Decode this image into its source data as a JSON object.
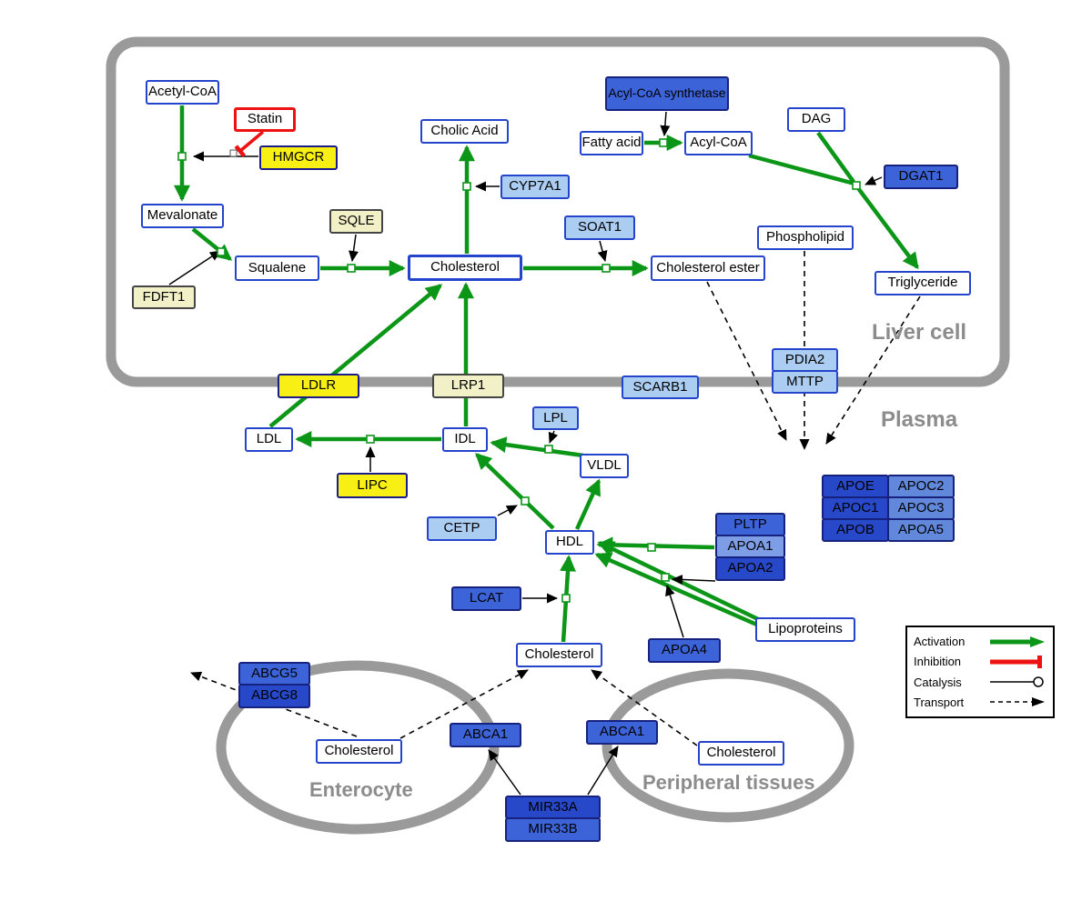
{
  "regions": {
    "liver": "Liver cell",
    "plasma": "Plasma",
    "enterocyte": "Enterocyte",
    "peripheral": "Peripheral tissues"
  },
  "legend": {
    "activation": "Activation",
    "inhibition": "Inhibition",
    "catalysis": "Catalysis",
    "transport": "Transport"
  },
  "colors": {
    "activation_green": "#0c9618",
    "inhibition_red": "#ee1111",
    "membrane_gray": "#9a9a9a",
    "metabolite_border_blue": "#2544cc",
    "gene_blue": "#3c64d8",
    "gene_blue_dark": "#2748c8",
    "gene_blue_medium": "#6288dc",
    "gene_blue_light": "#7d9de6",
    "gene_light_blue": "#abcdf2",
    "gene_yellow": "#f8ef14",
    "gene_pale_yellow": "#f2f0c6"
  },
  "nodes": {
    "acetyl_coa": "Acetyl-CoA",
    "statin": "Statin",
    "hmgcr": "HMGCR",
    "mevalonate": "Mevalonate",
    "fdft1": "FDFT1",
    "squalene": "Squalene",
    "sqle": "SQLE",
    "cholesterol_liver": "Cholesterol",
    "cholic_acid": "Cholic Acid",
    "cyp7a1": "CYP7A1",
    "soat1": "SOAT1",
    "cholesterol_ester": "Cholesterol ester",
    "acyl_coa_synthetase": "Acyl-CoA synthetase",
    "fatty_acid": "Fatty acid",
    "acyl_coa": "Acyl-CoA",
    "dag": "DAG",
    "dgat1": "DGAT1",
    "phospholipid": "Phospholipid",
    "triglyceride": "Triglyceride",
    "pdia2": "PDIA2",
    "mttp": "MTTP",
    "ldlr": "LDLR",
    "lrp1": "LRP1",
    "scarb1": "SCARB1",
    "ldl": "LDL",
    "idl": "IDL",
    "lpl": "LPL",
    "vldl": "VLDL",
    "lipc": "LIPC",
    "cetp": "CETP",
    "hdl": "HDL",
    "lcat": "LCAT",
    "pltp": "PLTP",
    "apoa1": "APOA1",
    "apoa2": "APOA2",
    "apoa4": "APOA4",
    "apoe": "APOE",
    "apoc2": "APOC2",
    "apoc1": "APOC1",
    "apoc3": "APOC3",
    "apob": "APOB",
    "apoa5": "APOA5",
    "lipoproteins": "Lipoproteins",
    "cholesterol_plasma": "Cholesterol",
    "abcg5": "ABCG5",
    "abcg8": "ABCG8",
    "cholesterol_enterocyte": "Cholesterol",
    "abca1_enterocyte": "ABCA1",
    "abca1_peripheral": "ABCA1",
    "cholesterol_peripheral": "Cholesterol",
    "mir33a": "MIR33A",
    "mir33b": "MIR33B"
  }
}
